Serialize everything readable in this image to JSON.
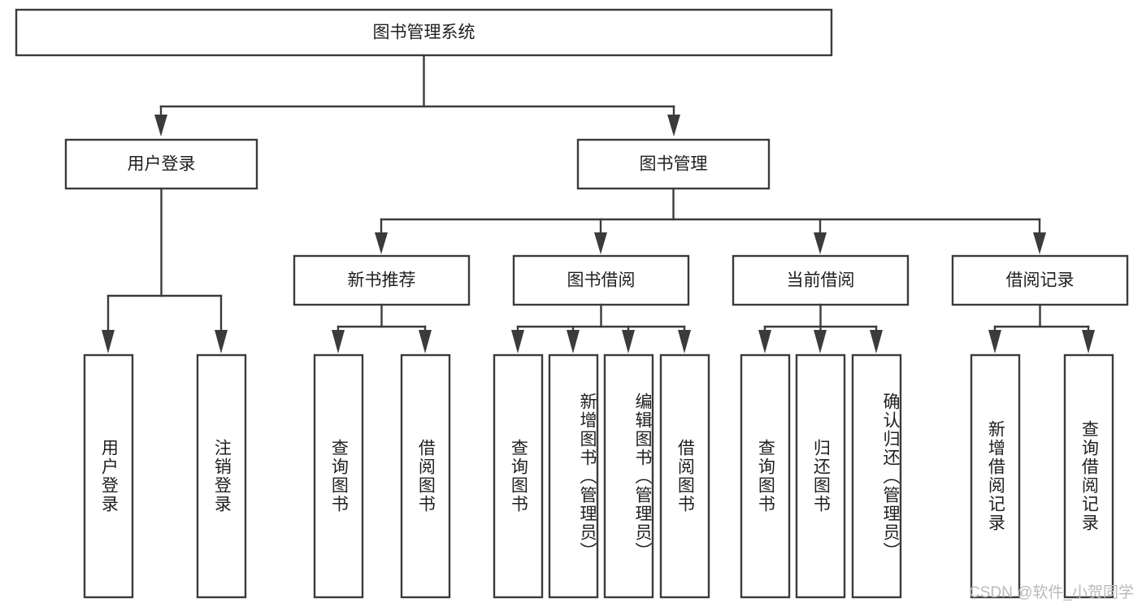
{
  "diagram": {
    "type": "tree-hierarchy",
    "root": {
      "label": "图书管理系统"
    },
    "level1": [
      {
        "label": "用户登录"
      },
      {
        "label": "图书管理"
      }
    ],
    "level2": [
      {
        "label": "新书推荐"
      },
      {
        "label": "图书借阅"
      },
      {
        "label": "当前借阅"
      },
      {
        "label": "借阅记录"
      }
    ],
    "leaves": {
      "user_login": [
        {
          "label": "用户登录"
        },
        {
          "label": "注销登录"
        }
      ],
      "new_book_recommend": [
        {
          "label": "查询图书"
        },
        {
          "label": "借阅图书"
        }
      ],
      "book_borrow": [
        {
          "label": "查询图书"
        },
        {
          "label": "新增图书（管理员）"
        },
        {
          "label": "编辑图书（管理员）"
        },
        {
          "label": "借阅图书"
        }
      ],
      "current_borrow": [
        {
          "label": "查询图书"
        },
        {
          "label": "归还图书"
        },
        {
          "label": "确认归还（管理员）"
        }
      ],
      "borrow_record": [
        {
          "label": "新增借阅记录"
        },
        {
          "label": "查询借阅记录"
        }
      ]
    }
  },
  "watermark": {
    "text": "CSDN @软件_小贺同学"
  },
  "colors": {
    "stroke": "#3b3b3b",
    "text": "#1f1f1f",
    "background": "#ffffff",
    "watermark": "#b9b9b9"
  }
}
